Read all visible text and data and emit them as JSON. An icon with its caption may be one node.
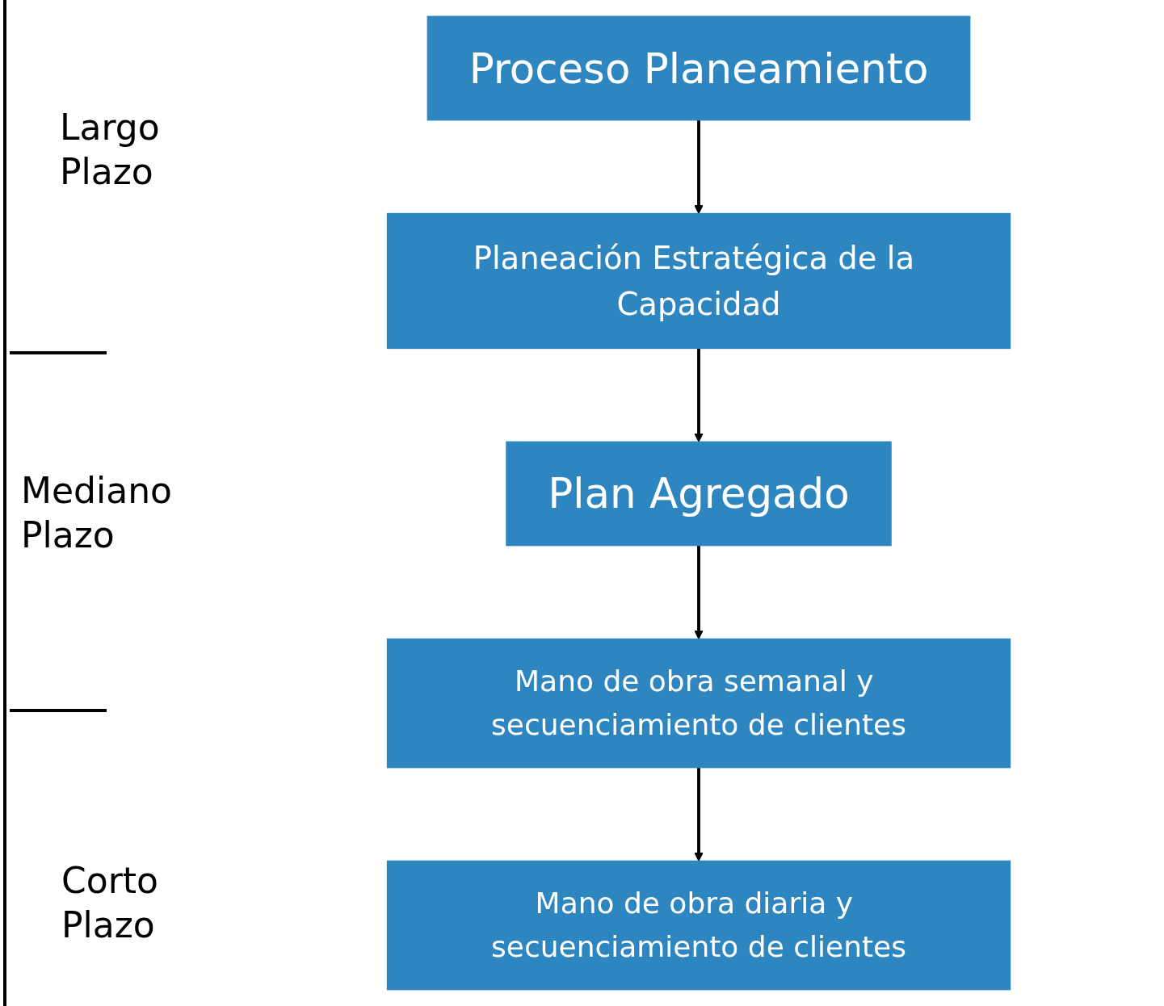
{
  "diagram": {
    "nodes": [
      {
        "text": [
          "Proceso Planeamiento"
        ]
      },
      {
        "text": [
          "Planeación Estratégica de la Capacidad"
        ]
      },
      {
        "text": [
          "Plan Agregado"
        ]
      },
      {
        "text": [
          "Mano de obra semanal y secuenciamiento de clientes"
        ]
      },
      {
        "text": [
          "Mano de obra diaria y secuenciamiento de clientes"
        ]
      }
    ],
    "edges": [
      {
        "from": 0,
        "to": 1,
        "arrow": "to"
      },
      {
        "from": 1,
        "to": 2,
        "arrow": "to"
      },
      {
        "from": 2,
        "to": 3,
        "arrow": "to"
      },
      {
        "from": 3,
        "to": 4,
        "arrow": "to"
      }
    ],
    "labels": [
      "Largo Plazo",
      "Mediano Plazo",
      "Corto Plazo"
    ]
  }
}
